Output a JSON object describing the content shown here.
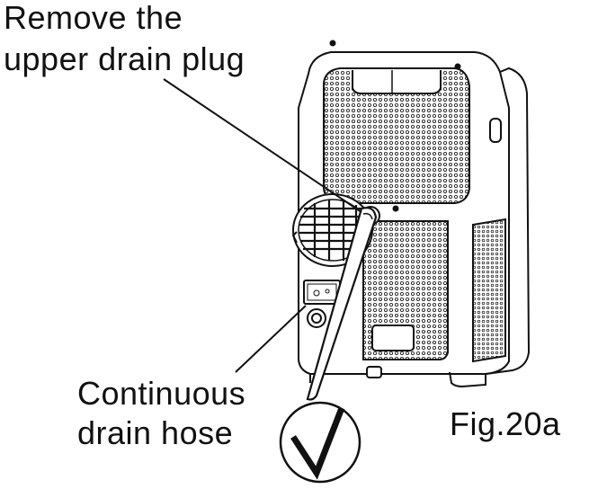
{
  "labels": {
    "upper_line1": "Remove the",
    "upper_line2": "upper drain plug",
    "lower_line1": "Continuous",
    "lower_line2": "drain hose",
    "figure": "Fig.20a"
  },
  "icons": [
    "check-mark-icon"
  ],
  "colors": {
    "ink": "#111111",
    "background": "#ffffff"
  }
}
